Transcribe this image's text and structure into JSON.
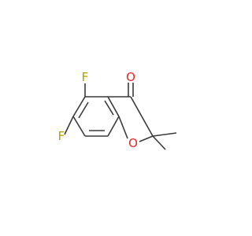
{
  "molecule": {
    "atoms": {
      "F_5": {
        "symbol": "F",
        "color": "#b3a000"
      },
      "F_7": {
        "symbol": "F",
        "color": "#b3a000"
      },
      "O_carbonyl": {
        "symbol": "O",
        "color": "#e8262a"
      },
      "O_ring": {
        "symbol": "O",
        "color": "#e8262a"
      }
    },
    "bond_color": "#3a3a3a",
    "background": "#ffffff"
  }
}
